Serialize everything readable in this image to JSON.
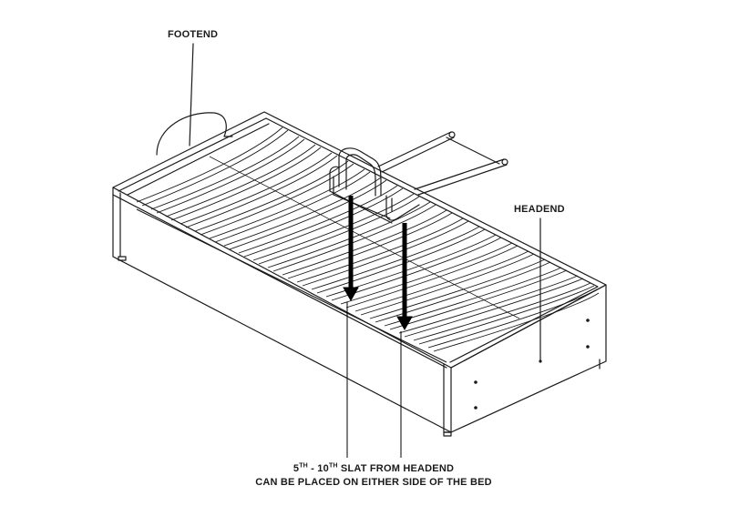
{
  "labels": {
    "footend": "FOOTEND",
    "headend": "HEADEND"
  },
  "caption": {
    "line1_prefix": "5",
    "line1_sup1": "TH",
    "line1_mid": " - 10",
    "line1_sup2": "TH",
    "line1_suffix": " SLAT FROM HEADEND",
    "line2": "CAN BE PLACED ON EITHER SIDE OF THE BED"
  },
  "figure": {
    "subject": "single adjustable bed base with slatted frame and side rail",
    "slat_count_visible": 28,
    "arrows": 2,
    "line_color": "#1a1a1a",
    "background": "#ffffff"
  }
}
